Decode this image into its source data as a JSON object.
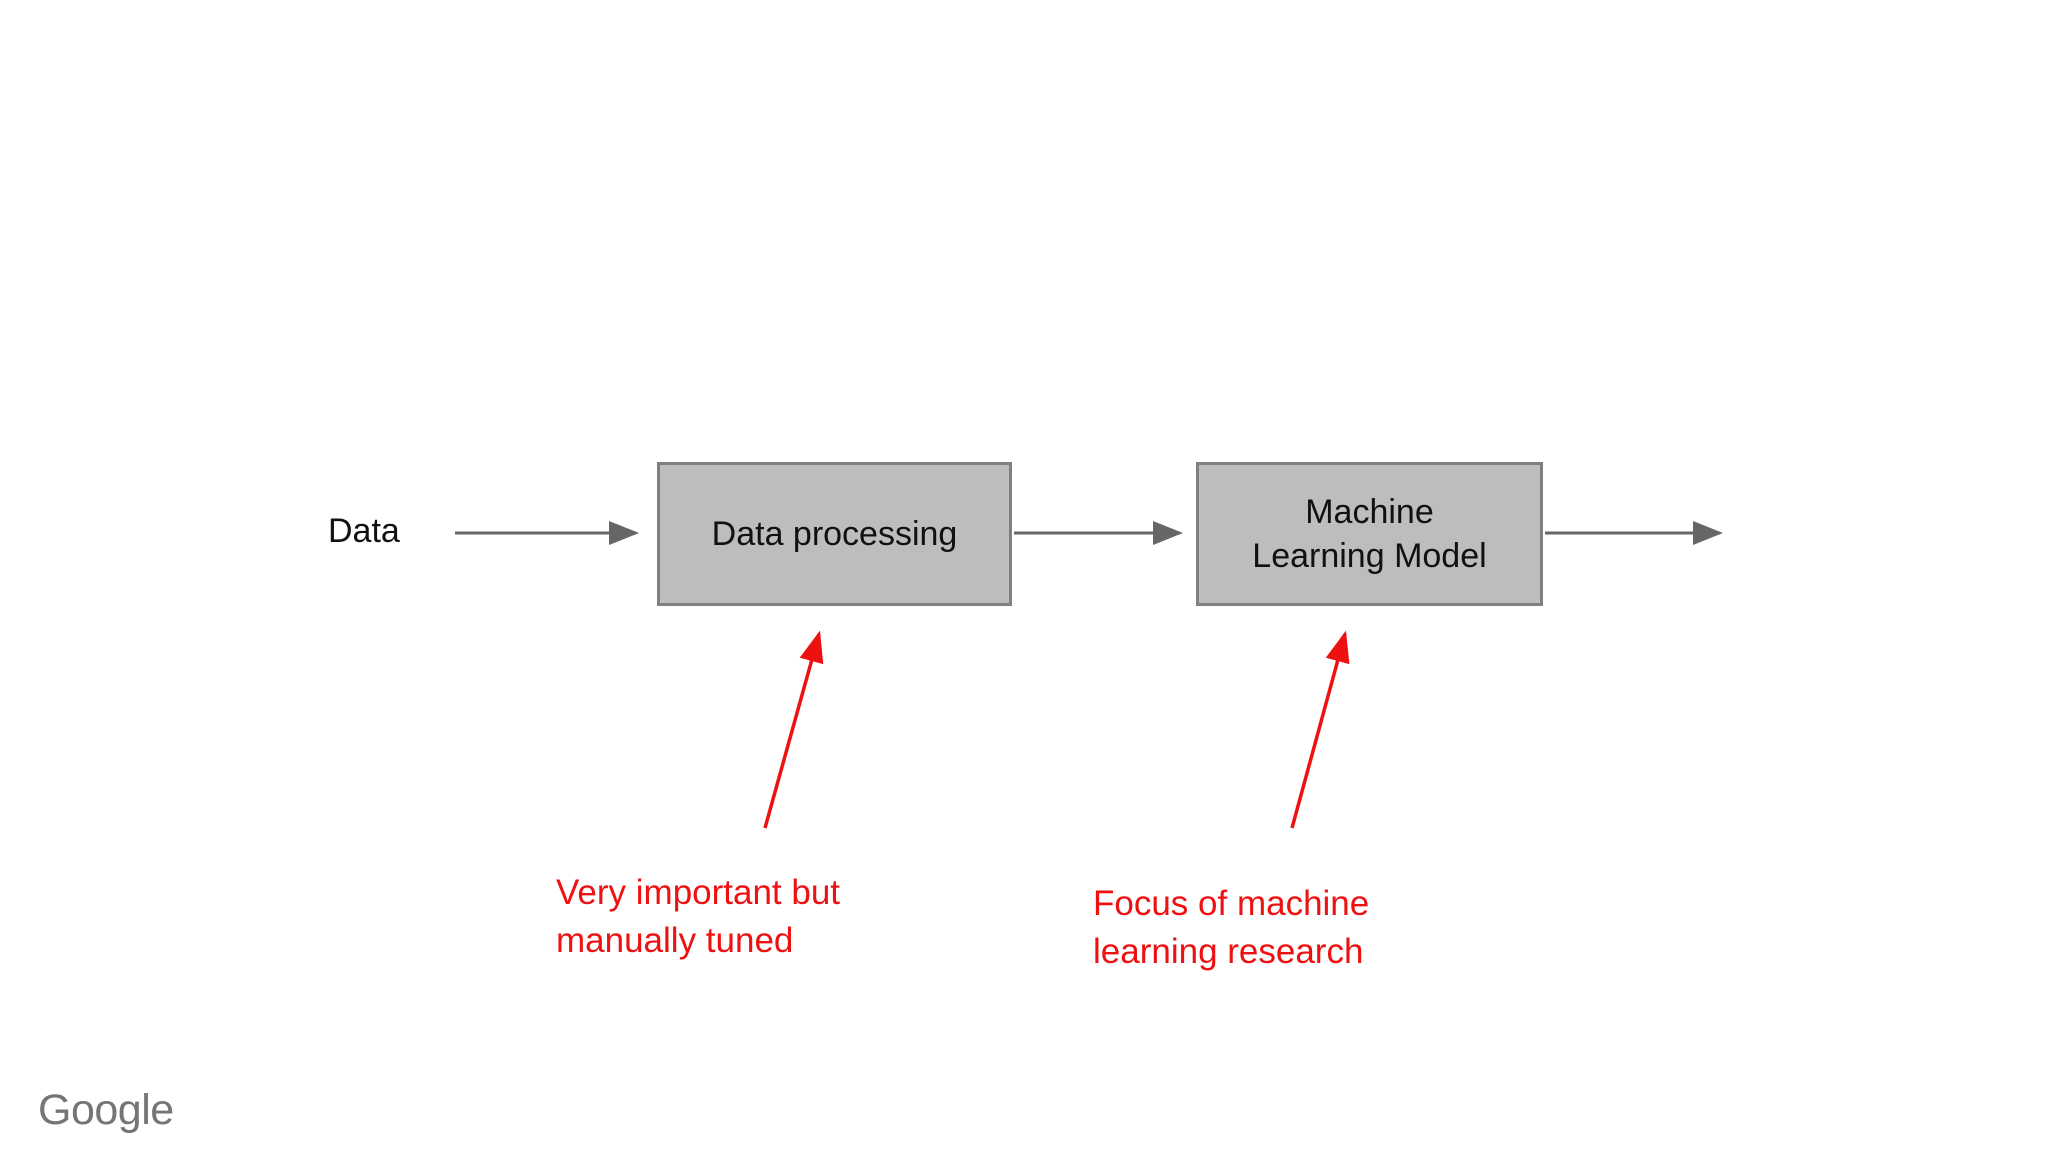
{
  "slide": {
    "colors": {
      "background": "#ffffff",
      "node_fill": "#bdbdbd",
      "node_border": "#808080",
      "arrow": "#666666",
      "annotation": "#ee1111",
      "label": "#111111",
      "brand": "#757575"
    },
    "diagram": {
      "input_label": "Data",
      "nodes": [
        {
          "id": "data-processing",
          "label": "Data processing"
        },
        {
          "id": "ml-model",
          "label_line1": "Machine",
          "label_line2": "Learning Model"
        }
      ],
      "annotations": [
        {
          "target": "data-processing",
          "line1": "Very important but",
          "line2": "manually tuned"
        },
        {
          "target": "ml-model",
          "line1": "Focus of machine",
          "line2": "learning research"
        }
      ]
    },
    "footer": {
      "brand": "Google"
    }
  }
}
